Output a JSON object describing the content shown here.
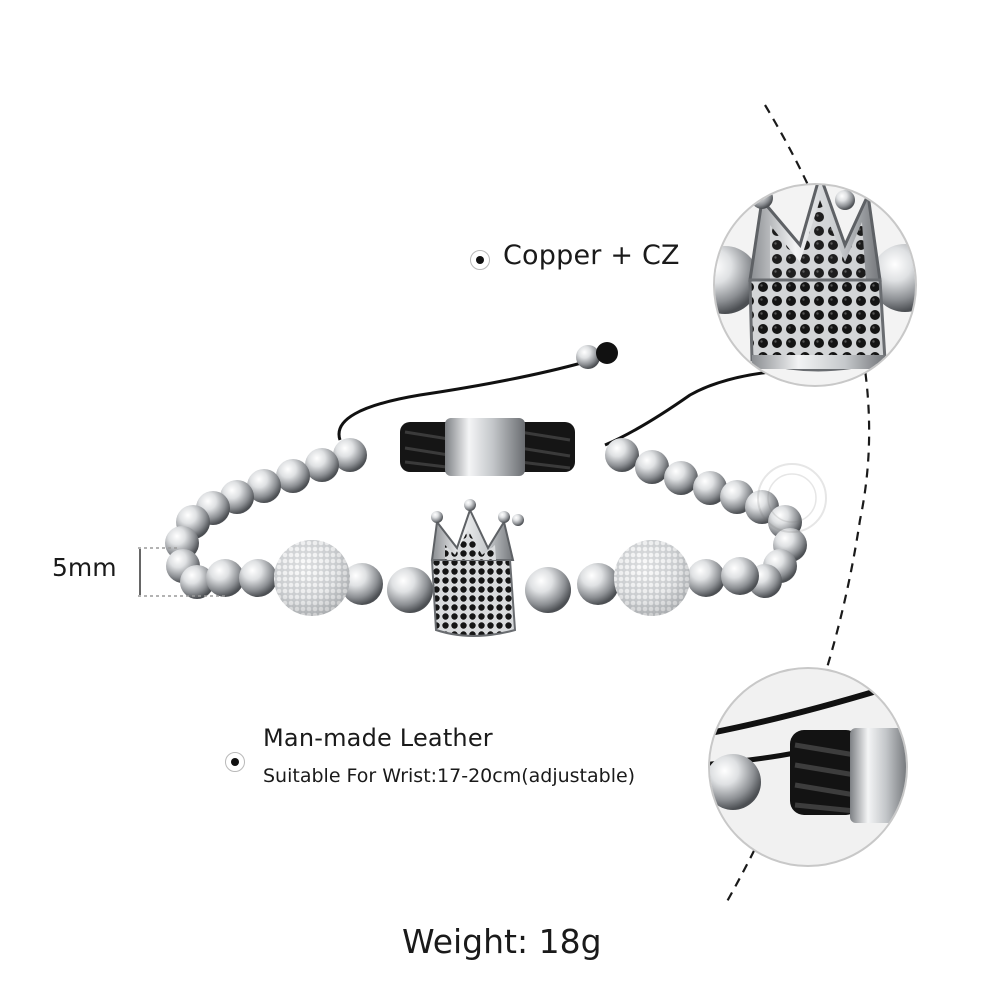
{
  "features": {
    "material": {
      "label": "Copper + CZ"
    },
    "cord": {
      "label": "Man-made Leather",
      "detail": "Suitable For Wrist:17-20cm(adjustable)"
    }
  },
  "dimension": {
    "bead_size": "5mm"
  },
  "spec": {
    "weight": "Weight: 18g"
  },
  "colors": {
    "silver": "#c9cbce",
    "cord": "#111111",
    "stone_black": "#1b1b1b",
    "text": "#1a1a1a"
  },
  "icons": [
    "bullet-icon",
    "crown-charm-icon",
    "pave-bead-icon",
    "cord-knot-icon",
    "magnifier-detail-icon"
  ]
}
